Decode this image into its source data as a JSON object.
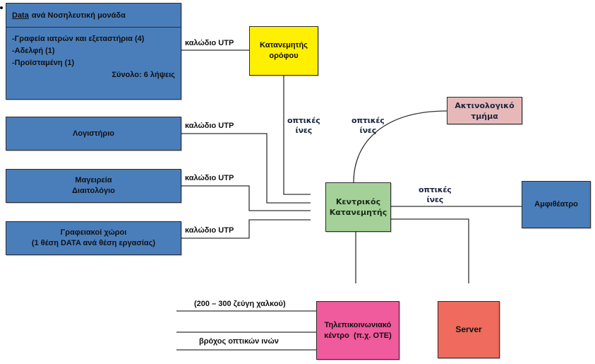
{
  "diagram": {
    "nodes": {
      "nursing_unit": {
        "title_underlined": "Data",
        "title_rest": "ανά Νοσηλευτική μονάδα",
        "items": [
          "-Γραφεία ιατρών και εξεταστήρια (4)",
          "-Αδελφή (1)",
          "-Προϊσταμένη (1)"
        ],
        "total": "Σύνολο: 6 λήψεις"
      },
      "floor_distributor": "Κατανεμητής ορόφου",
      "accounting": "Λογιστήριο",
      "kitchen_line1": "Μαγειρεία",
      "kitchen_line2": "Διαιτολόγιο",
      "offices_line1": "Γραφειακοί χώροι",
      "offices_line2": "(1 θέση DATA ανά θέση εργασίας)",
      "central_line1": "Κεντρικός",
      "central_line2": "Κατανεμητής",
      "radiology_line1": "Ακτινολογικό",
      "radiology_line2": "τμήμα",
      "amphitheater": "Αμφιθέατρο",
      "telecom_line1": "Τηλεπικοινωνιακό",
      "telecom_line2": "κέντρο  (π.χ. ΟΤΕ)",
      "server": "Server"
    },
    "links": {
      "utp_nursing": "καλώδιο UTP",
      "utp_accounting": "καλώδιο UTP",
      "utp_kitchen": "καλώδιο UTP",
      "utp_offices": "καλώδιο UTP",
      "fiber_floor_line1": "οπτικές",
      "fiber_floor_line2": "ίνες",
      "fiber_radiology_line1": "οπτικές",
      "fiber_radiology_line2": "ίνες",
      "fiber_amphitheater_line1": "οπτικές",
      "fiber_amphitheater_line2": "ίνες",
      "copper_pairs": "(200 – 300 ζεύγη χαλκού)",
      "fiber_loop": "βρόχος οπτικών ινών"
    },
    "colors": {
      "department": "#4a7ebb",
      "floor_distributor": "#ffef00",
      "central_distributor": "#a4d197",
      "radiology": "#e6b9b8",
      "telecom": "#ef5b9c",
      "server": "#ef6b5e"
    }
  }
}
